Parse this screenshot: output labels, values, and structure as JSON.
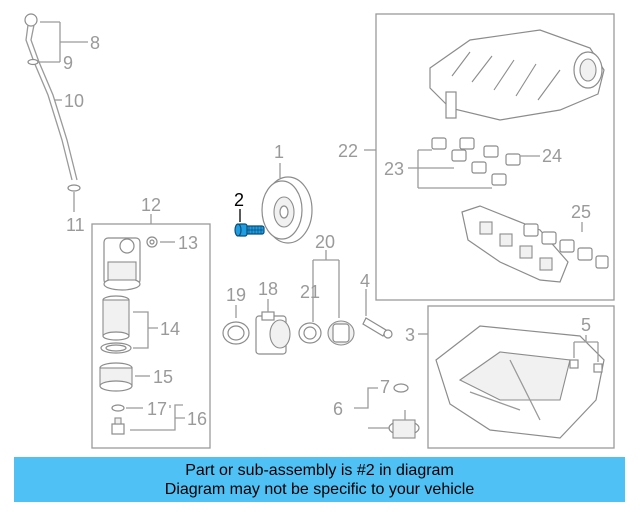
{
  "colors": {
    "highlight_part": "#1e9de0",
    "banner_bg": "#4fc1f5",
    "callout_gray": "#9a9a9a"
  },
  "callouts": {
    "c1": "1",
    "c2": "2",
    "c3": "3",
    "c4": "4",
    "c5": "5",
    "c6": "6",
    "c7": "7",
    "c8": "8",
    "c9": "9",
    "c10": "10",
    "c11": "11",
    "c12": "12",
    "c13": "13",
    "c14": "14",
    "c15": "15",
    "c16": "16",
    "c17": "17",
    "c18": "18",
    "c19": "19",
    "c20": "20",
    "c21": "21",
    "c22": "22",
    "c23": "23",
    "c24": "24",
    "c25": "25"
  },
  "highlighted_callout": "2",
  "banner": {
    "line1": "Part or sub-assembly is #2 in diagram",
    "line2": "Diagram may not be specific to your vehicle"
  }
}
